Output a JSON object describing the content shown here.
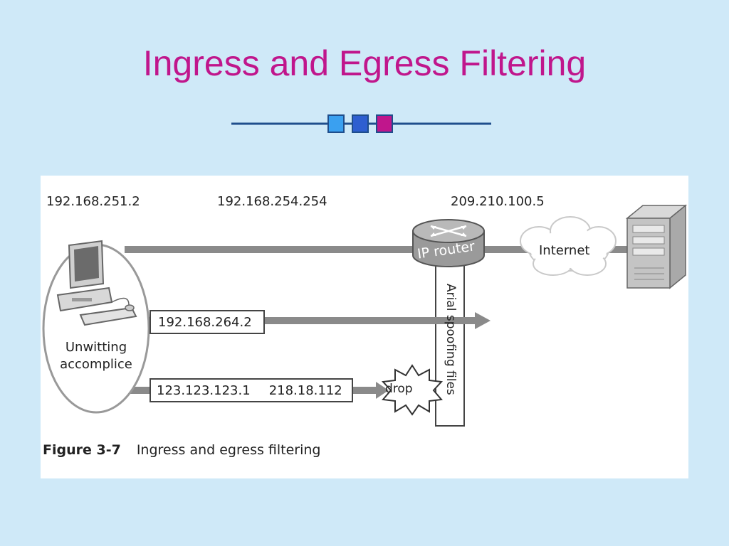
{
  "title": "Ingress and Egress Filtering",
  "colors": {
    "title": "#c0168c",
    "background": "#cfe9f8",
    "ornament_line": "#1f4e8c",
    "ornament_squares": [
      "#3aa0f0",
      "#2e5fd0",
      "#c0168c"
    ]
  },
  "figure": {
    "ip_labels": {
      "client": "192.168.251.2",
      "gateway": "192.168.254.254",
      "router": "209.210.100.5"
    },
    "client_label_line1": "Unwitting",
    "client_label_line2": "accomplice",
    "router_label": "IP router",
    "cloud_label": "Internet",
    "filter_label": "Arial spoofing files",
    "packet_1": "192.168.264.2",
    "packet_2_src": "123.123.123.1",
    "packet_2_dst": "218.18.112",
    "drop_label": "drop",
    "caption_number": "Figure 3-7",
    "caption_text": "Ingress and egress filtering",
    "icons": [
      "desktop-computer-icon",
      "router-icon",
      "internet-cloud-icon",
      "server-icon"
    ]
  }
}
